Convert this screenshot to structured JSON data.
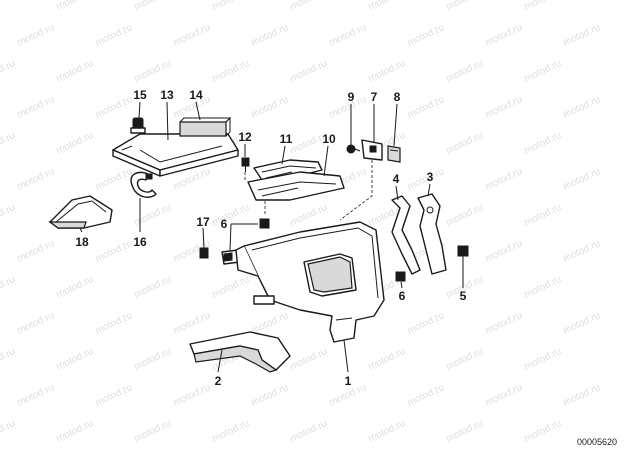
{
  "watermark": "motod.ru",
  "reference_code": "00005620",
  "callouts": {
    "c1": "1",
    "c2": "2",
    "c3": "3",
    "c4": "4",
    "c5": "5",
    "c6a": "6",
    "c6b": "6",
    "c7": "7",
    "c8": "8",
    "c9": "9",
    "c10": "10",
    "c11": "11",
    "c12": "12",
    "c13": "13",
    "c14": "14",
    "c15": "15",
    "c16": "16",
    "c17": "17",
    "c18": "18"
  }
}
